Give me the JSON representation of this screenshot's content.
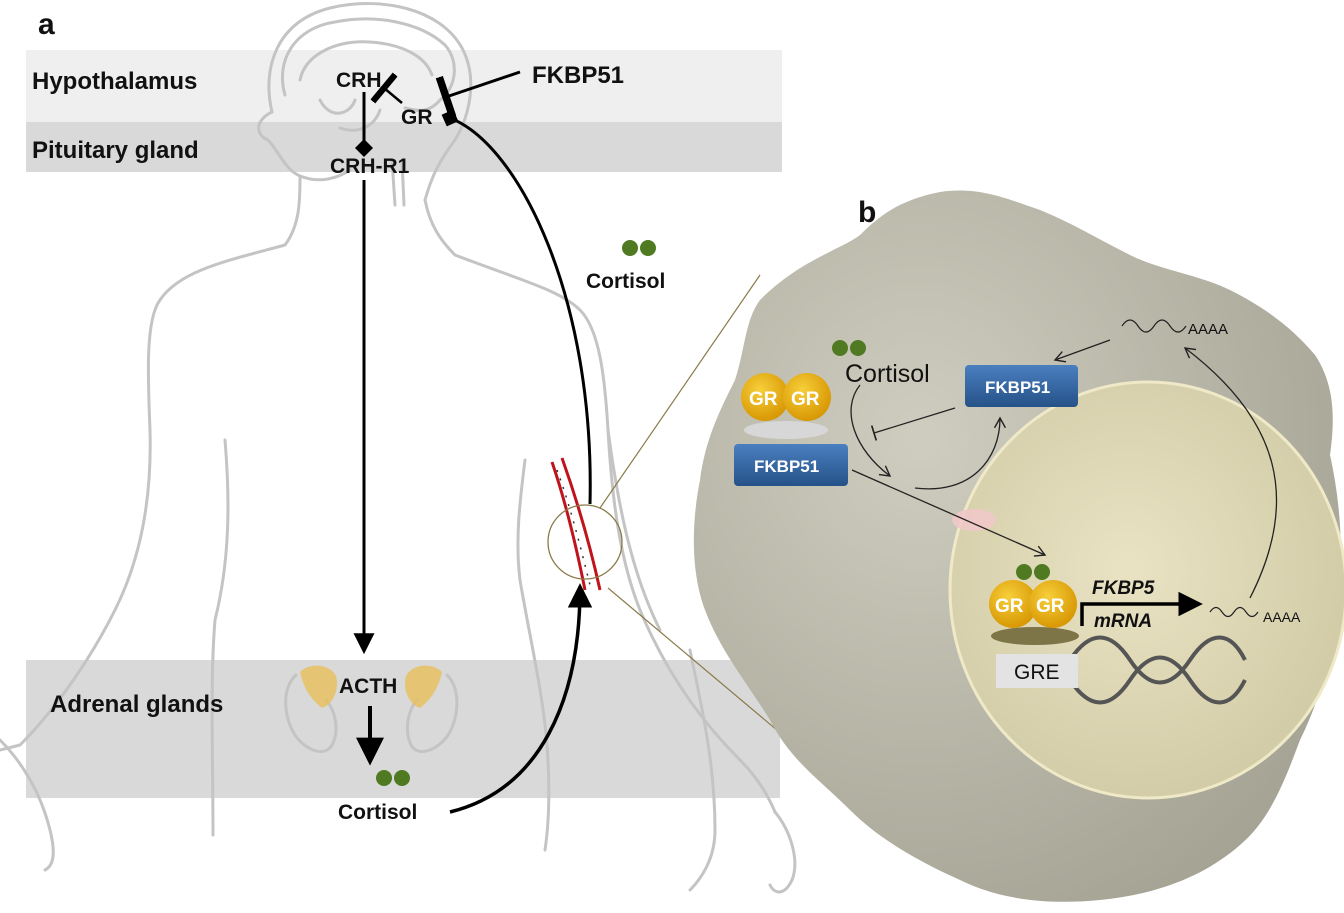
{
  "panel_a": {
    "letter": "a",
    "bands": {
      "hypothalamus": "Hypothalamus",
      "pituitary": "Pituitary gland",
      "adrenal": "Adrenal glands"
    },
    "labels": {
      "crh": "CRH",
      "gr": "GR",
      "fkbp51": "FKBP51",
      "crh_r1": "CRH-R1",
      "acth": "ACTH",
      "cortisol_adrenal": "Cortisol",
      "cortisol_blood": "Cortisol"
    }
  },
  "panel_b": {
    "letter": "b",
    "labels": {
      "cortisol": "Cortisol",
      "gr": "GR",
      "fkbp51_cytoplasm": "FKBP51",
      "fkbp51_complex": "FKBP51",
      "fkbp5_gene": "FKBP5",
      "mrna": "mRNA",
      "polya_nucleus": "AAAA",
      "polya_cytoplasm": "AAAA",
      "gre": "GRE"
    }
  },
  "colors": {
    "band_light": "#efefef",
    "band_dark": "#d9d9d9",
    "silhouette": "#c0c0c0",
    "cell": "#b8b6a6",
    "nucleus": "#ddd7b4",
    "gr_gold": "#e9ad10",
    "fkbp_blue": "#2f5f9c",
    "cortisol_green": "#4f7a22",
    "vessel_red": "#c0141c"
  }
}
